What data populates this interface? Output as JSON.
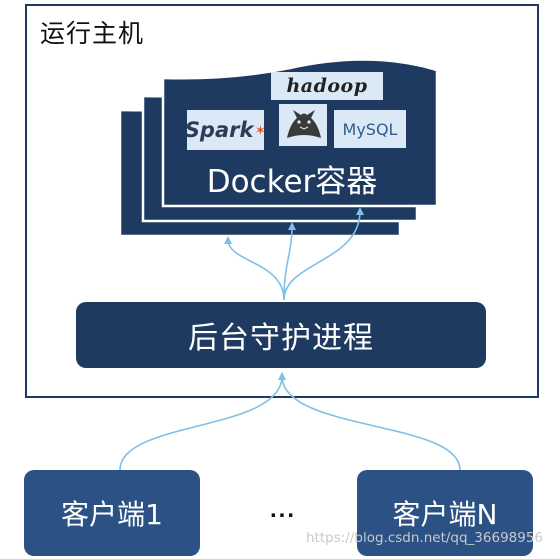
{
  "host": {
    "title": "运行主机"
  },
  "container": {
    "label": "Docker容器",
    "logos": {
      "hadoop": "hadoop",
      "spark": "Spark",
      "tomcat": "tomcat-cat-icon",
      "mysql": "MySQL"
    }
  },
  "daemon": {
    "label": "后台守护进程"
  },
  "clients": {
    "first": "客户端1",
    "separator": "...",
    "last": "客户端N"
  },
  "watermark": "https://blog.csdn.net/qq_36698956",
  "colors": {
    "navy": "#1e3a60",
    "client_blue": "#2b5185",
    "arrow": "#7fc0e6",
    "logo_bg": "#dbe9f7"
  }
}
